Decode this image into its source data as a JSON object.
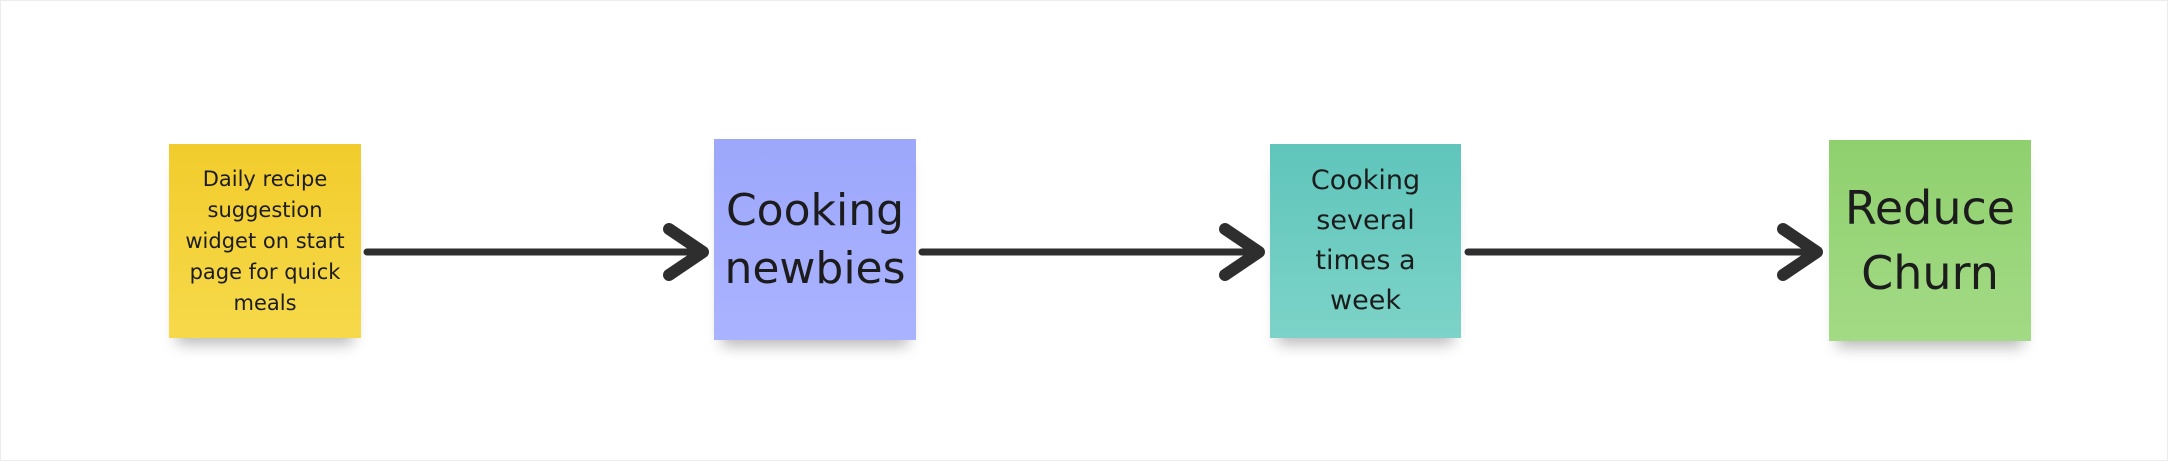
{
  "board": {
    "stickies": [
      {
        "id": "s1",
        "text": "Daily recipe\nsuggestion\nwidget on start\npage for quick\nmeals",
        "color": "#f4d13c"
      },
      {
        "id": "s2",
        "text": "Cooking\nnewbies",
        "color": "#a3acff"
      },
      {
        "id": "s3",
        "text": "Cooking\nseveral\ntimes a\nweek",
        "color": "#6fcdc2"
      },
      {
        "id": "s4",
        "text": "Reduce\nChurn",
        "color": "#98d47a"
      }
    ],
    "connector_color": "#2e2e2e"
  }
}
